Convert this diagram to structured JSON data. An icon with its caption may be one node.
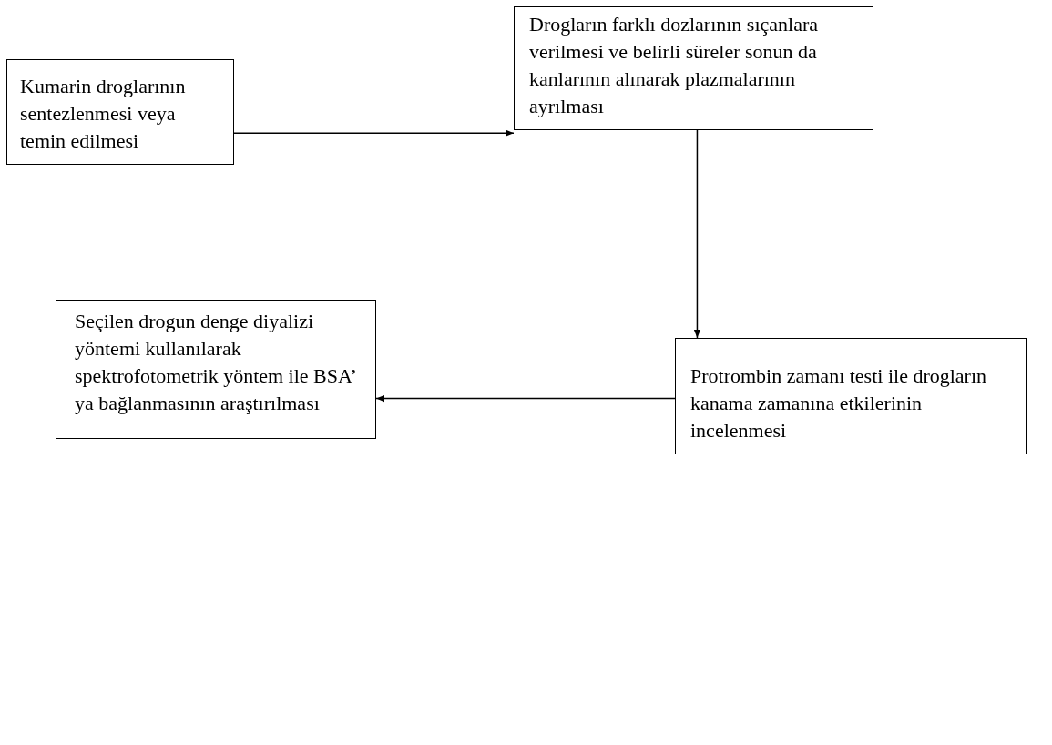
{
  "diagram": {
    "nodes": [
      {
        "text": [
          "Kumarin droglarının sentezlenmesi veya temin  edilmesi"
        ]
      },
      {
        "text": [
          "Drogların farklı dozlarının sıçanlara verilmesi ve belirli süreler sonun da kanlarının alınarak plazmalarının ayrılması"
        ]
      },
      {
        "text": [
          "Protrombin zamanı testi ile drogların kanama zamanına etkilerinin incelenmesi"
        ]
      },
      {
        "text": [
          "Seçilen drogun denge diyalizi yöntemi kullanılarak spektrofotometrik yöntem ile BSA’ ya bağlanmasının araştırılması"
        ]
      }
    ],
    "edges": [
      {
        "from": 0,
        "to": 1,
        "arrow": "to"
      },
      {
        "from": 1,
        "to": 2,
        "arrow": "to"
      },
      {
        "from": 2,
        "to": 3,
        "arrow": "to"
      }
    ]
  }
}
